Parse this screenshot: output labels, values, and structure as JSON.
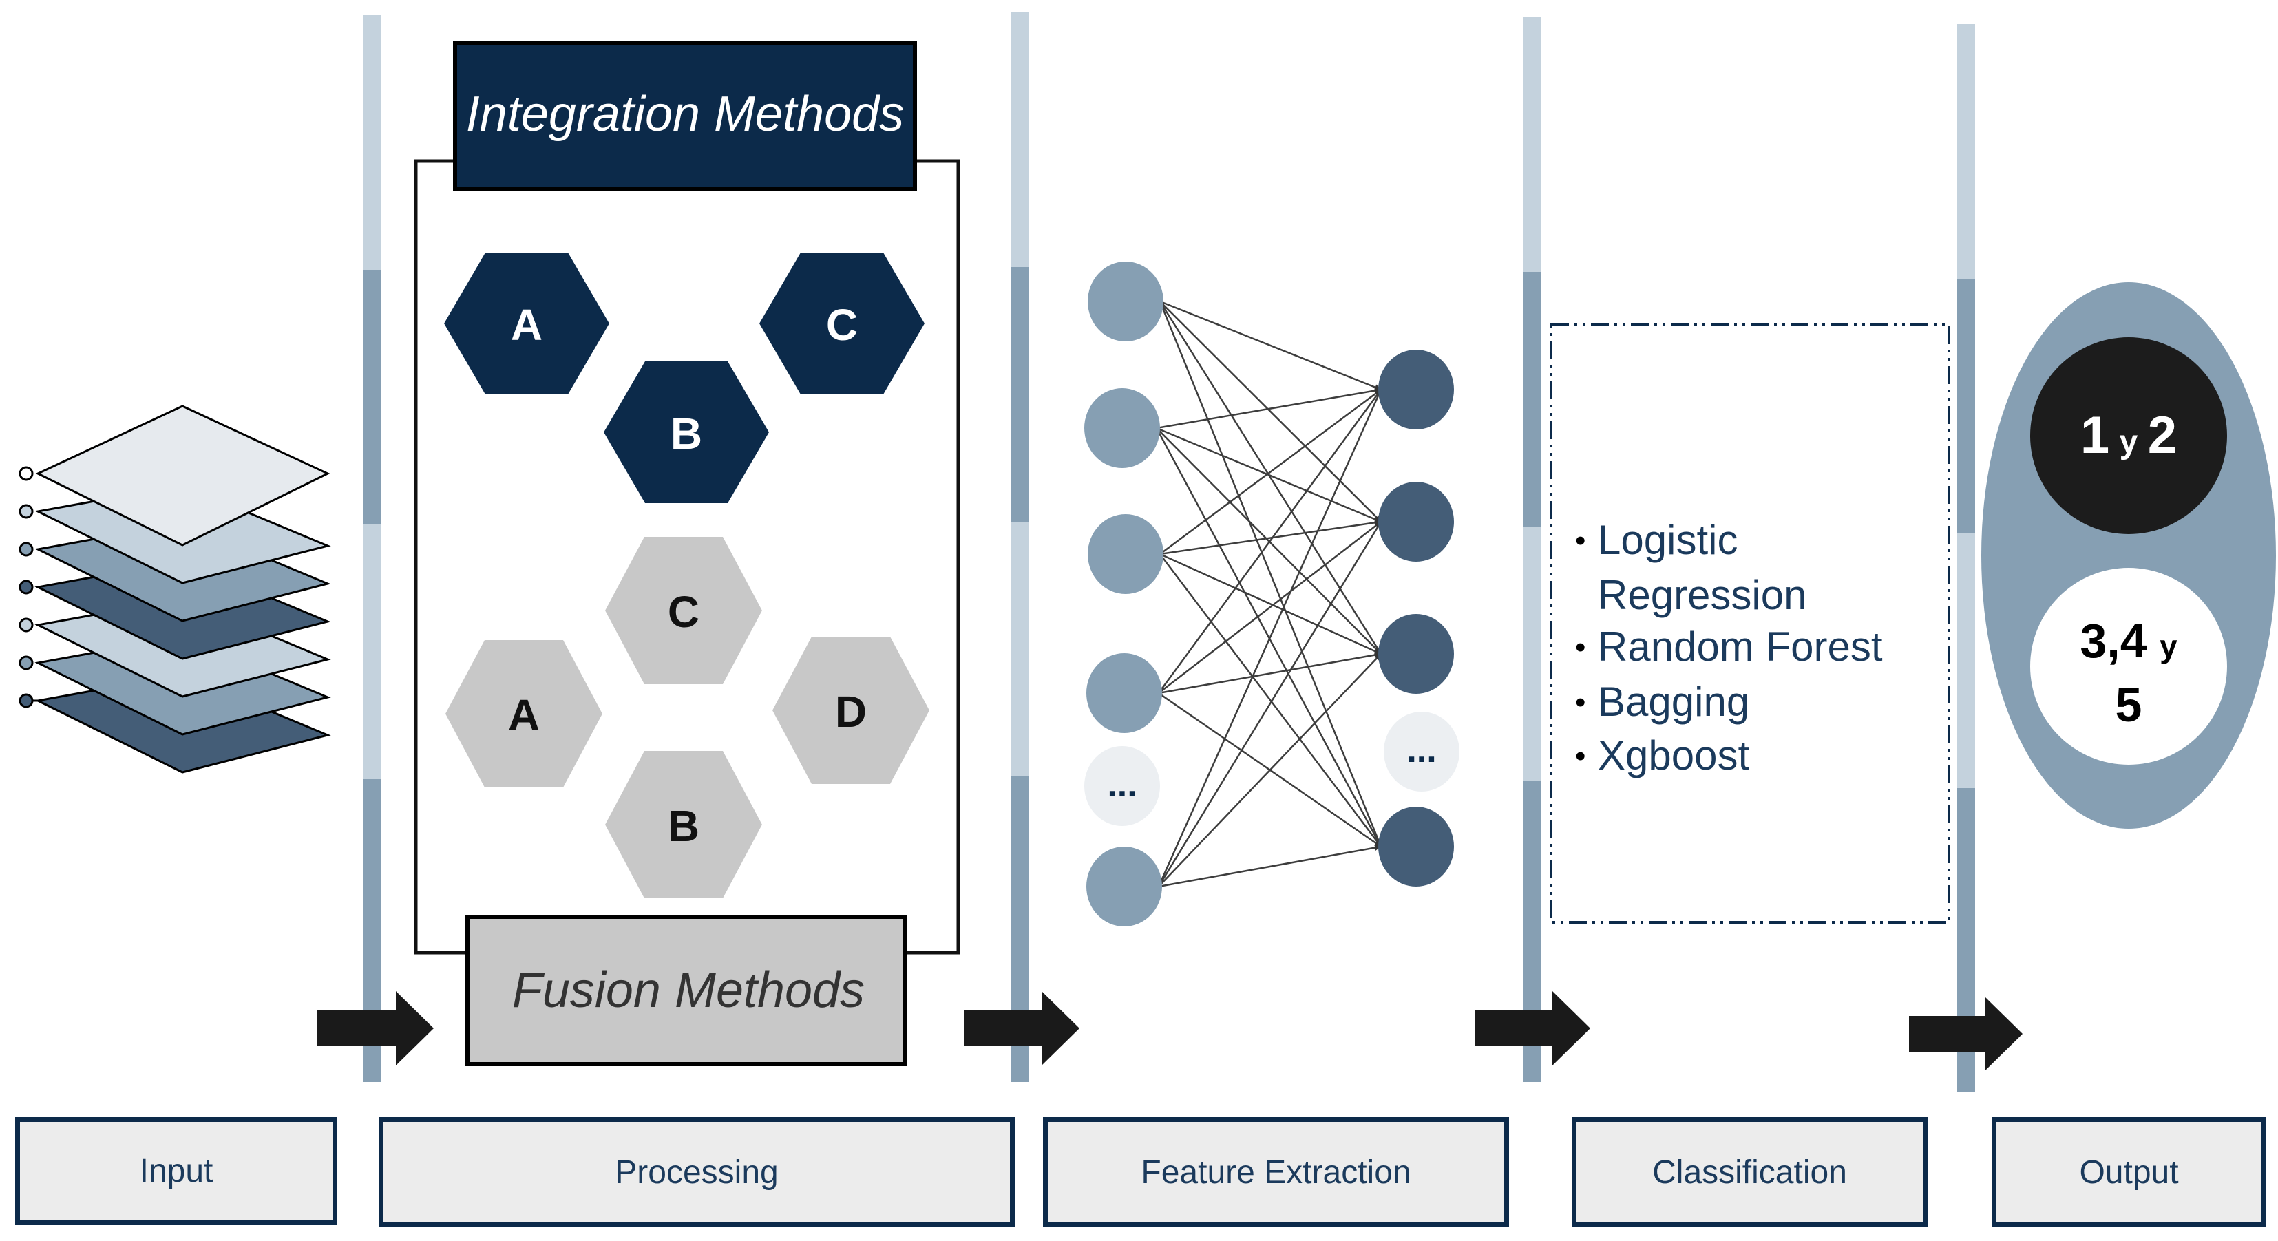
{
  "integration": {
    "title": "Integration Methods",
    "hexes": [
      "A",
      "B",
      "C"
    ]
  },
  "fusion": {
    "title": "Fusion Methods",
    "hexes": [
      "C",
      "A",
      "D",
      "B"
    ]
  },
  "network": {
    "ellipsis_input": "...",
    "ellipsis_output": "..."
  },
  "classifiers": [
    "Logistic",
    "Regression",
    "Random Forest",
    "Bagging",
    "Xgboost"
  ],
  "output": {
    "top_label": "1 y 2",
    "top_main_a": "1",
    "top_sep": "y",
    "top_main_b": "2",
    "bottom_line1_main": "3,4",
    "bottom_line1_sep": "y",
    "bottom_line2": "5"
  },
  "stages": [
    "Input",
    "Processing",
    "Feature Extraction",
    "Classification",
    "Output"
  ],
  "colors": {
    "navy": "#0c2a4a",
    "dark_slate": "#445d77",
    "mid_blue": "#869fb3",
    "light_blue": "#c4d2dd",
    "pale": "#e6eaee",
    "hex_gray": "#c8c8c8",
    "arrow": "#1a1a1a"
  }
}
